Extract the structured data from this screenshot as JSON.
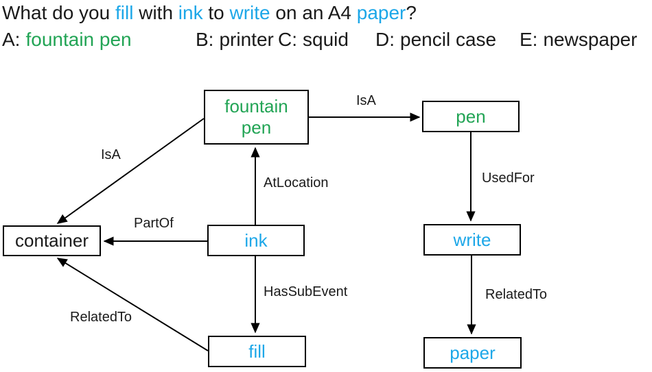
{
  "colors": {
    "blue": "#1da7e8",
    "green": "#22a455",
    "text": "#1a1a1a",
    "line": "#000000"
  },
  "question": {
    "segments": [
      {
        "text": "What do you "
      },
      {
        "text": "fill",
        "color": "blue"
      },
      {
        "text": " with "
      },
      {
        "text": "ink",
        "color": "blue"
      },
      {
        "text": " to "
      },
      {
        "text": "write",
        "color": "blue"
      },
      {
        "text": " on an A4 "
      },
      {
        "text": "paper",
        "color": "blue"
      },
      {
        "text": "?"
      }
    ]
  },
  "answers": [
    {
      "label": "A:",
      "text": "fountain pen",
      "color": "green"
    },
    {
      "label": "B:",
      "text": "printer"
    },
    {
      "label": "C:",
      "text": "squid"
    },
    {
      "label": "D:",
      "text": "pencil case"
    },
    {
      "label": "E:",
      "text": "newspaper"
    }
  ],
  "graph": {
    "nodes": [
      {
        "id": "fountain-pen",
        "line1": "fountain",
        "line2": "pen",
        "color": "green"
      },
      {
        "id": "pen",
        "label": "pen",
        "color": "green"
      },
      {
        "id": "container",
        "label": "container",
        "color": "black"
      },
      {
        "id": "ink",
        "label": "ink",
        "color": "blue"
      },
      {
        "id": "write",
        "label": "write",
        "color": "blue"
      },
      {
        "id": "fill",
        "label": "fill",
        "color": "blue"
      },
      {
        "id": "paper",
        "label": "paper",
        "color": "blue"
      }
    ],
    "edges": [
      {
        "from": "fountain pen",
        "to": "pen",
        "label": "IsA"
      },
      {
        "from": "fountain pen",
        "to": "container",
        "label": "IsA"
      },
      {
        "from": "ink",
        "to": "fountain pen",
        "label": "AtLocation"
      },
      {
        "from": "ink",
        "to": "container",
        "label": "PartOf"
      },
      {
        "from": "ink",
        "to": "fill",
        "label": "HasSubEvent"
      },
      {
        "from": "fill",
        "to": "container",
        "label": "RelatedTo"
      },
      {
        "from": "pen",
        "to": "write",
        "label": "UsedFor"
      },
      {
        "from": "write",
        "to": "paper",
        "label": "RelatedTo"
      }
    ]
  }
}
